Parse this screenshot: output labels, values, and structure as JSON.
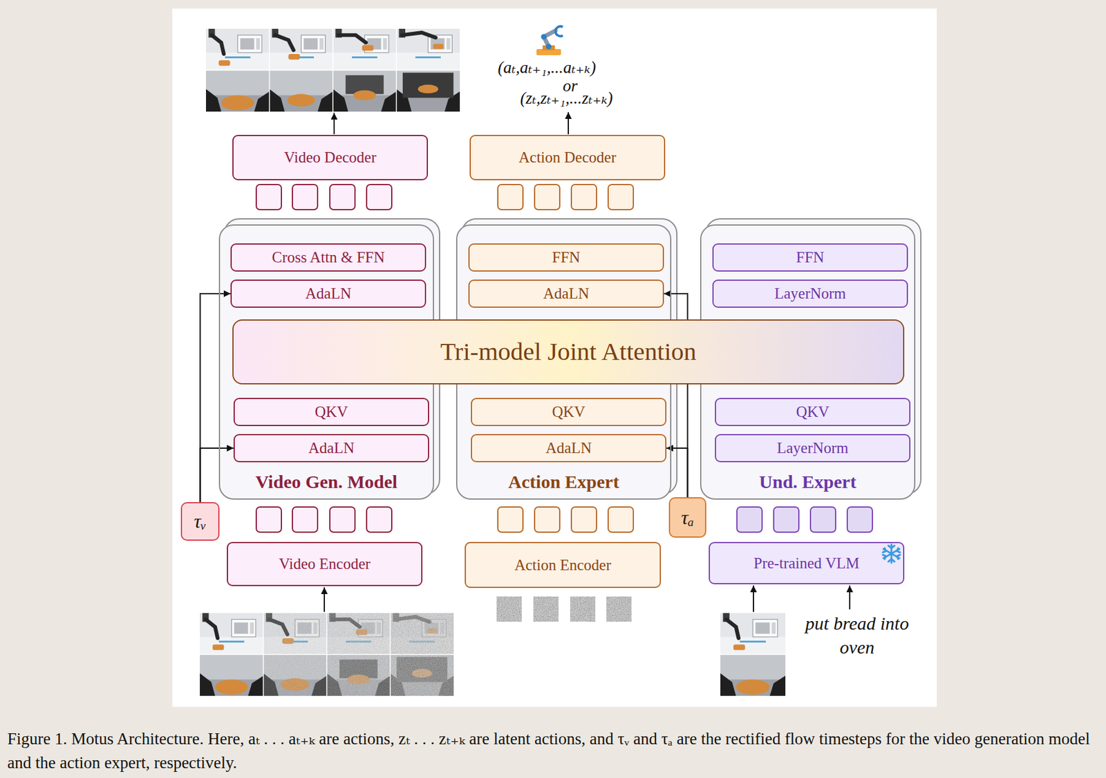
{
  "diagram": {
    "caption": "Figure 1. Motus Architecture. Here, aₜ . . . aₜ₊ₖ are actions, zₜ . . . zₜ₊ₖ are latent actions, and τᵥ and τₐ are the rectified flow timesteps for the video generation model and the action expert, respectively.",
    "nodes": [
      {
        "text": [
          "Video Decoder"
        ]
      },
      {
        "text": [
          "Action Decoder"
        ]
      },
      {
        "text": [
          "Video Gen. Model"
        ]
      },
      {
        "text": [
          "Cross Attn & FFN"
        ],
        "in": 2
      },
      {
        "text": [
          "AdaLN"
        ],
        "in": 2
      },
      {
        "text": [
          "QKV"
        ],
        "in": 2
      },
      {
        "text": [
          "AdaLN"
        ],
        "in": 2
      },
      {
        "text": [
          "Action Expert"
        ]
      },
      {
        "text": [
          "FFN"
        ],
        "in": 7
      },
      {
        "text": [
          "AdaLN"
        ],
        "in": 7
      },
      {
        "text": [
          "QKV"
        ],
        "in": 7
      },
      {
        "text": [
          "AdaLN"
        ],
        "in": 7
      },
      {
        "text": [
          "Und. Expert"
        ]
      },
      {
        "text": [
          "FFN"
        ],
        "in": 12
      },
      {
        "text": [
          "LayerNorm"
        ],
        "in": 12
      },
      {
        "text": [
          "QKV"
        ],
        "in": 12
      },
      {
        "text": [
          "LayerNorm"
        ],
        "in": 12
      },
      {
        "text": [
          "Tri-model Joint Attention"
        ]
      },
      {
        "text": [
          "τᵥ"
        ]
      },
      {
        "text": [
          "τₐ"
        ]
      },
      {
        "text": [
          "Video Encoder"
        ]
      },
      {
        "text": [
          "Action Encoder"
        ]
      },
      {
        "text": [
          "Pre-trained VLM"
        ]
      }
    ],
    "edges": [
      {
        "from": 18,
        "to": 4,
        "arrow": "to"
      },
      {
        "from": 18,
        "to": 6,
        "arrow": "to"
      },
      {
        "from": 19,
        "to": 9,
        "arrow": "to"
      },
      {
        "from": 19,
        "to": 11,
        "arrow": "to"
      }
    ],
    "labels": [
      "(aₜ,aₜ₊₁,...aₜ₊ₖ)",
      "or",
      "(zₜ,zₜ₊₁,...zₜ₊ₖ)",
      "put bread into oven"
    ]
  }
}
